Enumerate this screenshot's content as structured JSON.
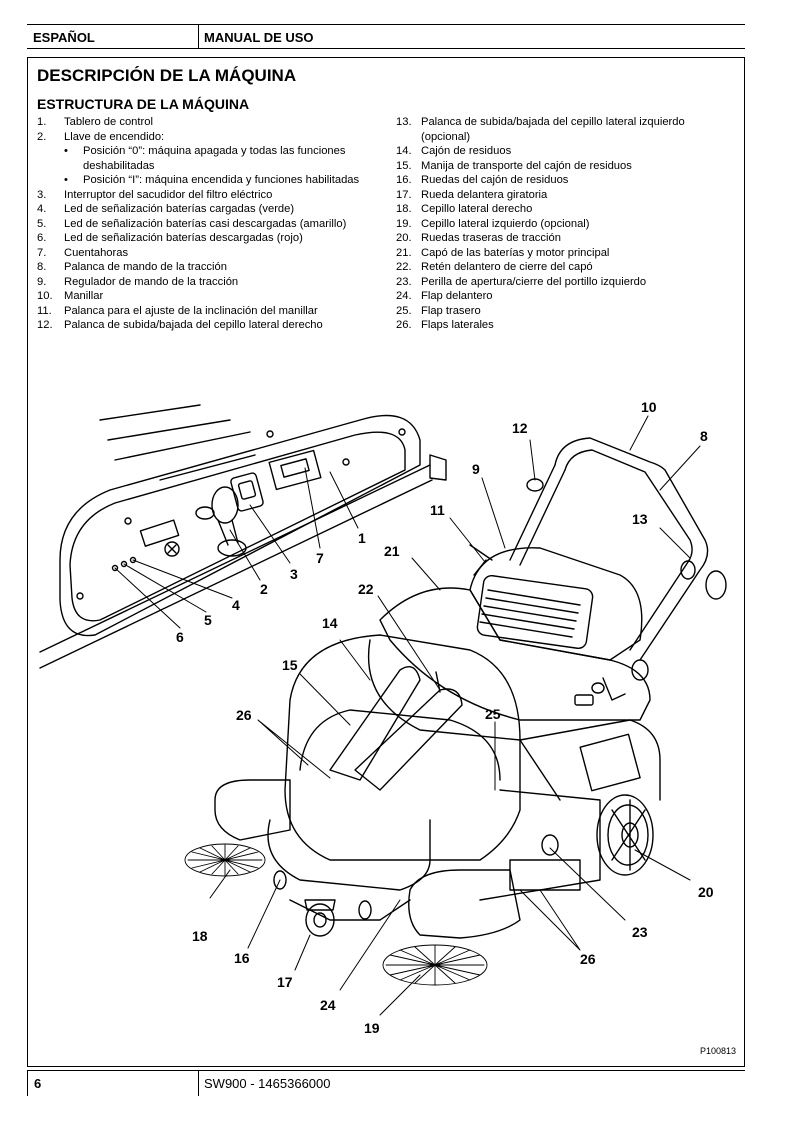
{
  "header": {
    "language": "ESPAÑOL",
    "section": "MANUAL DE USO"
  },
  "title": "DESCRIPCIÓN DE LA MÁQUINA",
  "subtitle": "ESTRUCTURA DE LA MÁQUINA",
  "left_items": [
    {
      "n": "1.",
      "t": "Tablero de control"
    },
    {
      "n": "2.",
      "t": "Llave de encendido:"
    },
    {
      "bullet": "•",
      "t": "Posición “0”: máquina apagada y todas las funciones",
      "cont": "deshabilitadas"
    },
    {
      "bullet": "•",
      "t": "Posición “I”: máquina encendida y funciones habilitadas"
    },
    {
      "n": "3.",
      "t": "Interruptor del sacudidor del filtro eléctrico"
    },
    {
      "n": "4.",
      "t": "Led de señalización baterías cargadas (verde)"
    },
    {
      "n": "5.",
      "t": "Led de señalización baterías casi descargadas (amarillo)"
    },
    {
      "n": "6.",
      "t": "Led de señalización baterías descargadas (rojo)"
    },
    {
      "n": "7.",
      "t": "Cuentahoras"
    },
    {
      "n": "8.",
      "t": "Palanca de mando de la tracción"
    },
    {
      "n": "9.",
      "t": "Regulador de mando de la tracción"
    },
    {
      "n": "10.",
      "t": "Manillar"
    },
    {
      "n": "11.",
      "t": "Palanca para el ajuste de la inclinación del manillar"
    },
    {
      "n": "12.",
      "t": "Palanca de subida/bajada del cepillo lateral derecho"
    }
  ],
  "right_items": [
    {
      "n": "13.",
      "t": "Palanca de subida/bajada del cepillo lateral izquierdo",
      "cont": "(opcional)"
    },
    {
      "n": "14.",
      "t": "Cajón de residuos"
    },
    {
      "n": "15.",
      "t": "Manija de transporte del cajón de residuos"
    },
    {
      "n": "16.",
      "t": "Ruedas del cajón de residuos"
    },
    {
      "n": "17.",
      "t": "Rueda delantera giratoria"
    },
    {
      "n": "18.",
      "t": "Cepillo lateral derecho"
    },
    {
      "n": "19.",
      "t": "Cepillo lateral izquierdo (opcional)"
    },
    {
      "n": "20.",
      "t": "Ruedas traseras de tracción"
    },
    {
      "n": "21.",
      "t": "Capó de las baterías y motor principal"
    },
    {
      "n": "22.",
      "t": "Retén delantero de cierre del capó"
    },
    {
      "n": "23.",
      "t": "Perilla de apertura/cierre del portillo izquierdo"
    },
    {
      "n": "24.",
      "t": "Flap delantero"
    },
    {
      "n": "25.",
      "t": "Flap trasero"
    },
    {
      "n": "26.",
      "t": "Flaps laterales"
    }
  ],
  "figure": {
    "code": "P100813",
    "callouts": [
      "10",
      "12",
      "8",
      "9",
      "11",
      "13",
      "1",
      "3",
      "7",
      "2",
      "4",
      "21",
      "5",
      "22",
      "6",
      "14",
      "15",
      "26",
      "25",
      "20",
      "23",
      "18",
      "16",
      "26",
      "17",
      "24",
      "19"
    ]
  },
  "footer": {
    "page": "6",
    "doc": "SW900 - 1465366000"
  }
}
